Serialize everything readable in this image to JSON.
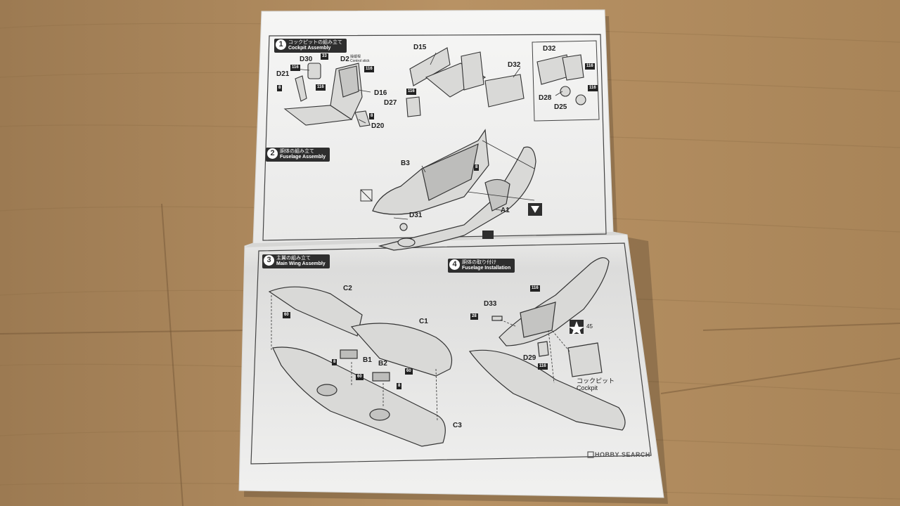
{
  "colors": {
    "floor": "#b08a5c",
    "paper": "#f4f4f2",
    "ink": "#2e2e2e"
  },
  "steps": [
    {
      "num": "1",
      "jp": "コックピットの組み立て",
      "en": "Cockpit Assembly"
    },
    {
      "num": "2",
      "jp": "胴体の組み立て",
      "en": "Fuselage Assembly"
    },
    {
      "num": "3",
      "jp": "主翼の組み立て",
      "en": "Main Wing Assembly"
    },
    {
      "num": "4",
      "jp": "胴体の取り付け",
      "en": "Fuselage Installation"
    }
  ],
  "labels": {
    "d30": "D30",
    "d21": "D21",
    "d2": "D2",
    "d16": "D16",
    "d20": "D20",
    "d15": "D15",
    "d27": "D27",
    "d32a": "D32",
    "d32b": "D32",
    "d28": "D28",
    "d25": "D25",
    "b3": "B3",
    "a1": "A1",
    "d31": "D31",
    "c2": "C2",
    "c1": "C1",
    "b1": "B1",
    "b2": "B2",
    "c3": "C3",
    "d33": "D33",
    "d29": "D29"
  },
  "d2_note": [
    "操縦桿",
    "Control stick"
  ],
  "paint_codes": {
    "p116a": "116",
    "p33a": "33",
    "p8a": "8",
    "p116b": "116",
    "p116c": "116",
    "p116d": "116",
    "p116e": "116",
    "p8b": "8",
    "p116f": "116",
    "p8c": "8",
    "p60a": "60",
    "p60b": "60",
    "p60c": "60",
    "p8d": "8",
    "p8e": "8",
    "p116g": "116",
    "p28": "28",
    "p116h": "116"
  },
  "decal_no": "45",
  "cockpit_label": {
    "jp": "コックピット",
    "en": "Cockpit"
  },
  "brand": "HOBBY SEARCH"
}
